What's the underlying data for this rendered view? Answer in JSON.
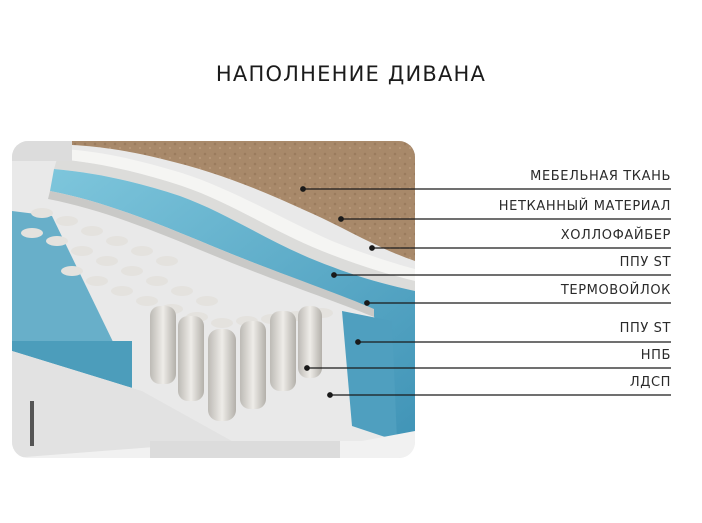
{
  "title": "НАПОЛНЕНИЕ ДИВАНА",
  "layers": [
    {
      "label": "МЕБЕЛЬНАЯ ТКАНЬ"
    },
    {
      "label": "НЕТКАННЫЙ МАТЕРИАЛ"
    },
    {
      "label": "ХОЛЛОФАЙБЕР"
    },
    {
      "label": "ППУ ST"
    },
    {
      "label": "ТЕРМОВОЙЛОК"
    },
    {
      "label": "ППУ ST"
    },
    {
      "label": "НПБ"
    },
    {
      "label": "ЛДСП"
    }
  ],
  "colors": {
    "fabric": "#a8896a",
    "foam": "#5eb0cc",
    "springs": "#d9d7d3",
    "frame": "#eeeeee",
    "line": "#1a1a1a"
  }
}
